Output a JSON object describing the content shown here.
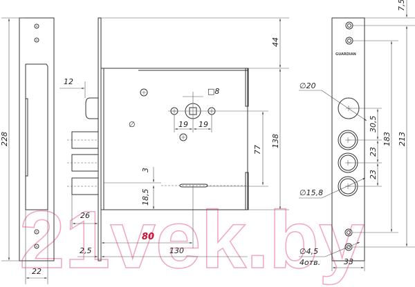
{
  "drawing": {
    "left_strip": {
      "height": "228",
      "width": "22"
    },
    "lock_body": {
      "latch_offset": "12",
      "bolt_length": "26",
      "faceplate_thickness": "2,5",
      "backset": "80",
      "body_depth": "130",
      "top_offset": "44",
      "body_height": "138",
      "spindle_to_key": "77",
      "spindle_square": "□8",
      "spindle_spacing_left": "19",
      "spindle_spacing_right": "19",
      "key_offset_small": "3",
      "key_offset": "18,5",
      "diameter_symbol": "∅"
    },
    "right_strip": {
      "top_offset": "7,5",
      "brand_label": "GUARDIAN",
      "hole_big": "∅20",
      "hole_bolt": "∅15,8",
      "hole_screw": "∅4,5",
      "hole_count": "4отв.",
      "spacing_1": "30,5",
      "spacing_2": "23",
      "spacing_3": "23",
      "screw_spacing_inner": "183",
      "screw_spacing_outer": "213",
      "width": "33"
    }
  },
  "watermark": "21vek.by",
  "colors": {
    "line": "#333333",
    "accent": "#c8102e",
    "watermark": "#f3a6c0"
  }
}
